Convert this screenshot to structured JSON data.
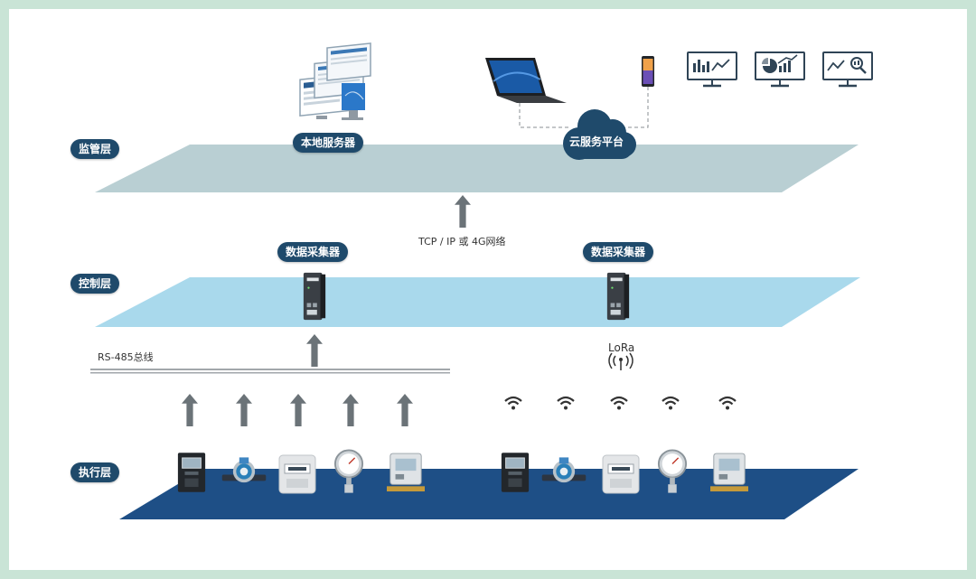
{
  "layers": {
    "supervision": {
      "label": "监管层",
      "color": "#b9cfd3"
    },
    "control": {
      "label": "控制层",
      "color": "#a9d9ec"
    },
    "execution": {
      "label": "执行层",
      "color": "#1e4f86"
    }
  },
  "nodes": {
    "local_server": "本地服务器",
    "cloud_platform": "云服务平台",
    "collector_left": "数据采集器",
    "collector_right": "数据采集器"
  },
  "links": {
    "network": "TCP / IP 或 4G网络",
    "bus": "RS-485总线",
    "wireless": "LoRa"
  },
  "devices": {
    "wired": [
      "electric-meter",
      "water-meter",
      "gas-meter",
      "pressure-gauge",
      "heat-meter"
    ],
    "wireless": [
      "electric-meter",
      "water-meter",
      "gas-meter",
      "pressure-gauge",
      "heat-meter"
    ]
  },
  "monitors": [
    "bar-chart-monitor",
    "pie-growth-monitor",
    "analysis-monitor"
  ],
  "colors": {
    "pill": "#1f4a6b",
    "arrow": "#6b7378",
    "accent": "#1f4a6b"
  }
}
